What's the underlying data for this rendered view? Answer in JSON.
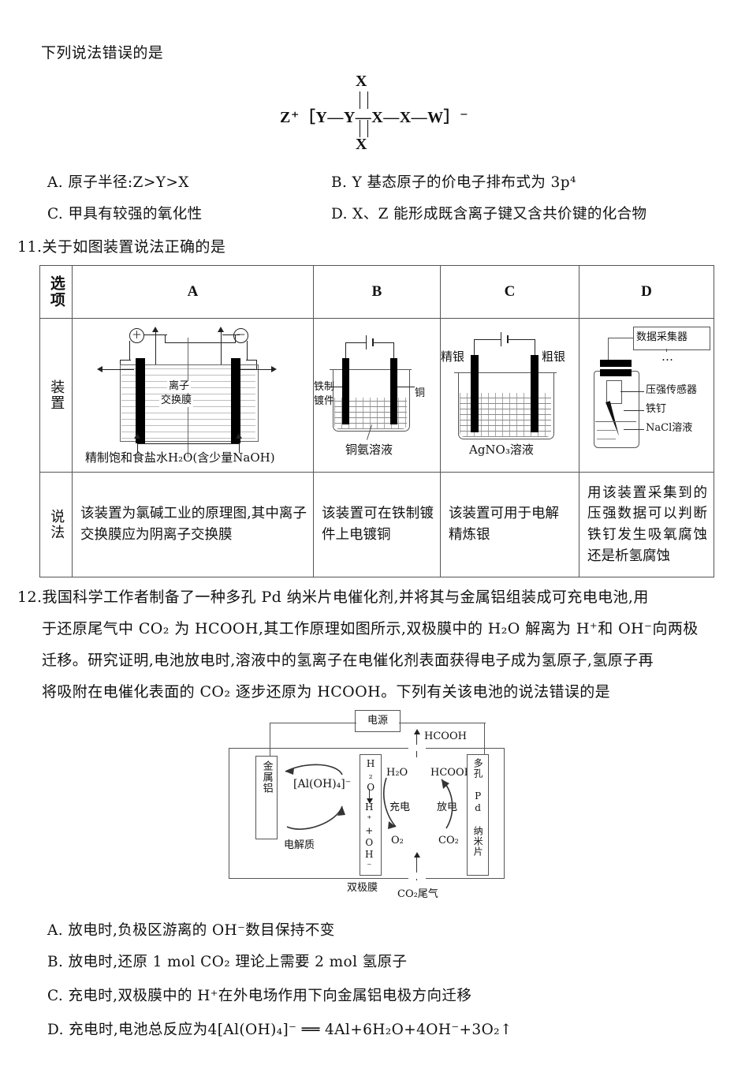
{
  "document": {
    "stem_prev": "下列说法错误的是",
    "formula": {
      "top_atom": "X",
      "bottom_atom": "X",
      "chain": "Z⁺［Y—Y—X—X—W］⁻",
      "cation": "Z",
      "cation_charge": "+",
      "bracket_open": "［",
      "bracket_close": "］",
      "anion_charge": "−",
      "chain_atoms": "Y—Y—X—X—W"
    },
    "q10_options": [
      {
        "key": "A",
        "text": "原子半径:Z>Y>X"
      },
      {
        "key": "B",
        "text": "Y 基态原子的价电子排布式为 3p⁴"
      },
      {
        "key": "C",
        "text": "甲具有较强的氧化性"
      },
      {
        "key": "D",
        "text": "X、Z 能形成既含离子键又含共价键的化合物"
      }
    ],
    "q11": {
      "number": "11.",
      "stem": "关于如图装置说法正确的是",
      "row_headers": [
        "选项",
        "装置",
        "说法"
      ],
      "columns": [
        "A",
        "B",
        "C",
        "D"
      ],
      "device_labels": {
        "A": {
          "anode_sign": "＋",
          "cathode_sign": "－",
          "membrane_line1": "离子",
          "membrane_line2": "交换膜",
          "caption": "精制饱和食盐水H₂O(含少量NaOH)"
        },
        "B": {
          "left_label_line1": "铁制",
          "left_label_line2": "镀件",
          "right_label": "铜",
          "caption": "铜氨溶液"
        },
        "C": {
          "left_label": "精银",
          "right_label": "粗银",
          "caption": "AgNO₃溶液"
        },
        "D": {
          "collector": "数据采集器",
          "dots": "…",
          "sensor": "压强传感器",
          "nail": "铁钉",
          "solution": "NaCl溶液"
        }
      },
      "statements": {
        "A": "该装置为氯碱工业的原理图,其中离子交换膜应为阴离子交换膜",
        "B": "该装置可在铁制镀件上电镀铜",
        "C": "该装置可用于电解精炼银",
        "D": "用该装置采集到的压强数据可以判断铁钉发生吸氧腐蚀还是析氢腐蚀"
      }
    },
    "q12": {
      "number": "12.",
      "stem_lines": [
        "我国科学工作者制备了一种多孔 Pd 纳米片电催化剂,并将其与金属铝组装成可充电电池,用",
        "于还原尾气中 CO₂ 为 HCOOH,其工作原理如图所示,双极膜中的 H₂O 解离为 H⁺和 OH⁻向两极",
        "迁移。研究证明,电池放电时,溶液中的氢离子在电催化剂表面获得电子成为氢原子,氢原子再",
        "将吸附在电催化表面的 CO₂ 逐步还原为 HCOOH。下列有关该电池的说法错误的是"
      ],
      "figure": {
        "power_source": "电源",
        "left_electrode": "金属铝",
        "right_electrode": "多孔 Pd 纳米片",
        "electrolyte": "电解质",
        "complex_ion": "[Al(OH)₄]⁻",
        "membrane_label": "双极膜",
        "membrane_top": "H₂O",
        "membrane_bottom": "H⁺+OH⁻",
        "water": "H₂O",
        "product": "HCOOH",
        "product_top": "HCOOH",
        "charge_label": "充电",
        "discharge_label": "放电",
        "oxygen": "O₂",
        "carbon_dioxide": "CO₂",
        "inlet": "CO₂尾气"
      },
      "options": [
        {
          "key": "A",
          "text": "放电时,负极区游离的 OH⁻数目保持不变"
        },
        {
          "key": "B",
          "text": "放电时,还原 1 mol CO₂ 理论上需要 2 mol 氢原子"
        },
        {
          "key": "C",
          "text": "充电时,双极膜中的 H⁺在外电场作用下向金属铝电极方向迁移"
        },
        {
          "key": "D",
          "text": "充电时,电池总反应为4[Al(OH)₄]⁻ ══ 4Al+6H₂O+4OH⁻+3O₂↑"
        }
      ]
    }
  }
}
